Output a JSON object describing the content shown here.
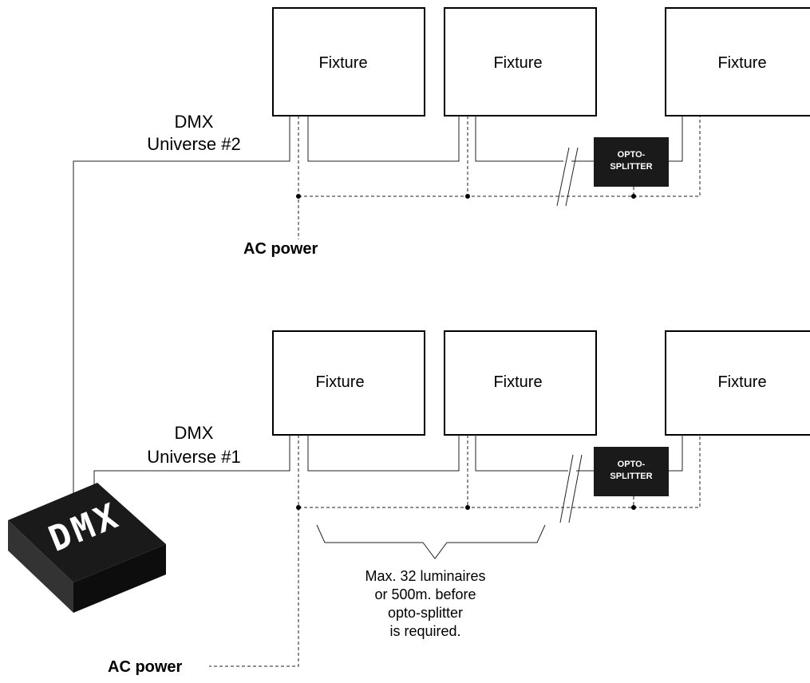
{
  "diagram": {
    "fixture_label": "Fixture",
    "opto_line1": "OPTO-",
    "opto_line2": "SPLITTER",
    "universe2": {
      "line1": "DMX",
      "line2": "Universe #2"
    },
    "universe1": {
      "line1": "DMX",
      "line2": "Universe #1"
    },
    "ac_power_top": "AC power",
    "ac_power_bottom": "AC power",
    "controller_logo": "DMX",
    "note": [
      "Max. 32 luminaires",
      "or 500m. before",
      "opto-splitter",
      "is required."
    ]
  }
}
